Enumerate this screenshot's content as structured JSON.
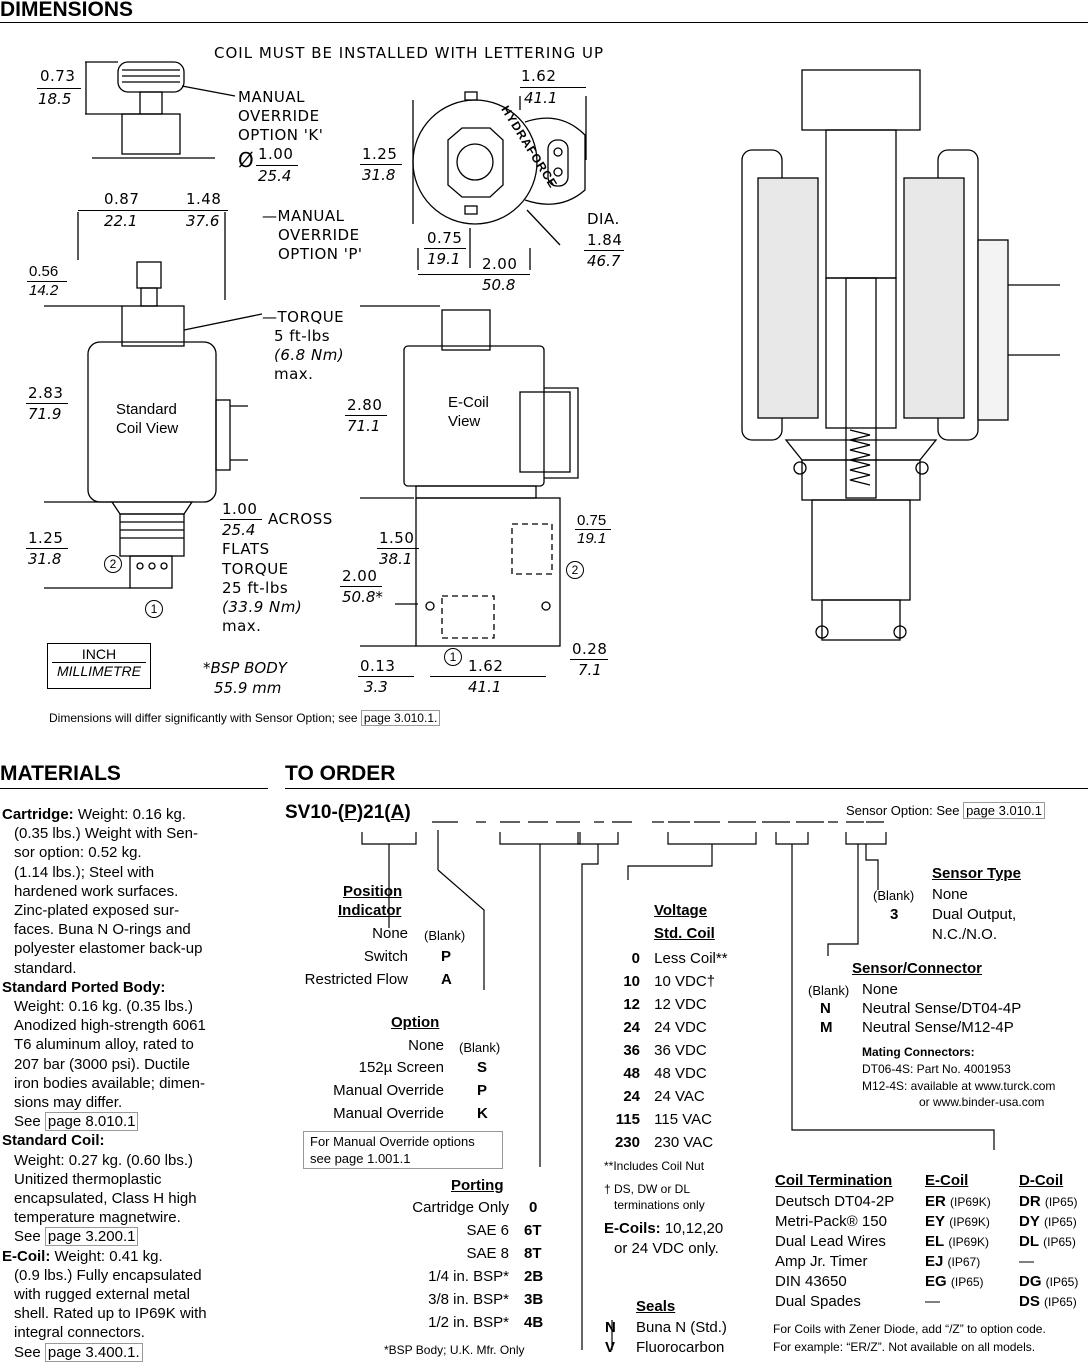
{
  "header": {
    "title": "DIMENSIONS"
  },
  "dimensions": {
    "coil_note": "COIL MUST BE INSTALLED WITH LETTERING UP",
    "d_073": "0.73",
    "d_185": "18.5",
    "manual_k": [
      "MANUAL",
      "OVERRIDE",
      "OPTION 'K'"
    ],
    "dia_sym": "Ø",
    "d_100a": "1.00",
    "d_254a": "25.4",
    "d_162a": "1.62",
    "d_411a": "41.1",
    "d_125a": "1.25",
    "d_318a": "31.8",
    "brand": "HYDRAFORCE",
    "dia_label": "DIA.",
    "d_184": "1.84",
    "d_467": "46.7",
    "d_075a": "0.75",
    "d_191a": "19.1",
    "d_200a": "2.00",
    "d_508a": "50.8",
    "d_087": "0.87",
    "d_221": "22.1",
    "d_148": "1.48",
    "d_376": "37.6",
    "manual_p": [
      "MANUAL",
      "OVERRIDE",
      "OPTION 'P'"
    ],
    "d_056": "0.56",
    "d_142": "14.2",
    "torque1": [
      "TORQUE",
      "5 ft-lbs",
      "(6.8 Nm)",
      "max."
    ],
    "d_283": "2.83",
    "d_719": "71.9",
    "standard_view": [
      "Standard",
      "Coil View"
    ],
    "d_280": "2.80",
    "d_711": "71.1",
    "ecoil_view": [
      "E-Coil",
      "View"
    ],
    "d_100b": "1.00",
    "d_254b": "25.4",
    "across": "ACROSS",
    "flats": "FLATS",
    "torque2": [
      "TORQUE",
      "25 ft-lbs",
      "(33.9 Nm)",
      "max."
    ],
    "d_125b": "1.25",
    "d_318b": "31.8",
    "d_150": "1.50",
    "d_381": "38.1",
    "d_075b": "0.75",
    "d_191b": "19.1",
    "d_200b": "2.00",
    "d_508b": "50.8*",
    "d_028": "0.28",
    "d_71": "7.1",
    "d_013": "0.13",
    "d_33": "3.3",
    "d_162b": "1.62",
    "d_411b": "41.1",
    "port1": "1",
    "port2": "2",
    "inch": "INCH",
    "millimetre": "MILLIMETRE",
    "bsp_body": "*BSP BODY",
    "bsp_mm": "55.9 mm",
    "footnote_pre": "Dimensions will differ significantly with Sensor Option; see ",
    "footnote_link": "page 3.010.1."
  },
  "materials": {
    "title": "MATERIALS",
    "cartridge_h": "Cartridge:",
    "cartridge": [
      "Weight: 0.16 kg.",
      "(0.35 lbs.) Weight with Sen-",
      "sor option: 0.52 kg.",
      "(1.14 lbs.); Steel with",
      "hardened work surfaces.",
      "Zinc-plated exposed sur-",
      "faces. Buna N O-rings and",
      "polyester elastomer back-up",
      "standard."
    ],
    "body_h": "Standard Ported Body:",
    "body": [
      "Weight: 0.16 kg. (0.35 lbs.)",
      "Anodized high-strength 6061",
      "T6 aluminum alloy, rated to",
      "207 bar (3000 psi). Ductile",
      "iron bodies available; dimen-",
      "sions may differ."
    ],
    "body_see": "See",
    "body_link": "page 8.010.1",
    "coil_h": "Standard Coil:",
    "coil": [
      "Weight: 0.27 kg. (0.60 lbs.)",
      "Unitized thermoplastic",
      "encapsulated, Class H high",
      "temperature magnetwire."
    ],
    "coil_see": "See",
    "coil_link": "page 3.200.1",
    "ecoil_h": "E-Coil:",
    "ecoil_first": "Weight: 0.41 kg.",
    "ecoil": [
      "(0.9 lbs.) Fully encapsulated",
      "with rugged external metal",
      "shell. Rated up to IP69K with",
      "integral connectors."
    ],
    "ecoil_see": "See",
    "ecoil_link": "page 3.400.1."
  },
  "order": {
    "title": "TO ORDER",
    "model_a": "SV10-(",
    "model_p": "P",
    "model_b": ")21(",
    "model_c": "A",
    "model_d": ")",
    "sensor_option_pre": "Sensor Option: See ",
    "sensor_option_link": "page 3.010.1",
    "position": {
      "title1": "Position",
      "title2": "Indicator",
      "rows": [
        {
          "label": "None",
          "code": "(Blank)"
        },
        {
          "label": "Switch",
          "code": "P"
        },
        {
          "label": "Restricted Flow",
          "code": "A"
        }
      ]
    },
    "option": {
      "title": "Option",
      "rows": [
        {
          "label": "None",
          "code": "(Blank)"
        },
        {
          "label": "152µ Screen",
          "code": "S"
        },
        {
          "label": "Manual Override",
          "code": "P"
        },
        {
          "label": "Manual Override",
          "code": "K"
        }
      ],
      "note1": "For Manual Override options",
      "note2": "see page 1.001.1"
    },
    "porting": {
      "title": "Porting",
      "rows": [
        {
          "label": "Cartridge Only",
          "code": "0"
        },
        {
          "label": "SAE 6",
          "code": "6T"
        },
        {
          "label": "SAE 8",
          "code": "8T"
        },
        {
          "label": "1/4 in. BSP*",
          "code": "2B"
        },
        {
          "label": "3/8 in. BSP*",
          "code": "3B"
        },
        {
          "label": "1/2 in. BSP*",
          "code": "4B"
        }
      ],
      "note": "*BSP Body; U.K. Mfr. Only"
    },
    "voltage": {
      "title1": "Voltage",
      "title2": "Std. Coil",
      "rows": [
        {
          "code": "0",
          "label": "Less Coil**"
        },
        {
          "code": "10",
          "label": "10 VDC†"
        },
        {
          "code": "12",
          "label": "12 VDC"
        },
        {
          "code": "24",
          "label": "24 VDC"
        },
        {
          "code": "36",
          "label": "36 VDC"
        },
        {
          "code": "48",
          "label": "48 VDC"
        },
        {
          "code": "24",
          "label": "24 VAC"
        },
        {
          "code": "115",
          "label": "115 VAC"
        },
        {
          "code": "230",
          "label": "230 VAC"
        }
      ],
      "note1": "**Includes Coil Nut",
      "note2a": "† DS, DW or DL",
      "note2b": "terminations only",
      "ecoils_h": "E-Coils:",
      "ecoils_1": "10,12,20",
      "ecoils_2": "or 24 VDC only."
    },
    "seals": {
      "title": "Seals",
      "rows": [
        {
          "code": "N",
          "label": "Buna N (Std.)"
        },
        {
          "code": "V",
          "label": "Fluorocarbon"
        }
      ]
    },
    "sensor_type": {
      "title": "Sensor Type",
      "rows": [
        {
          "code": "(Blank)",
          "label": "None"
        },
        {
          "code": "3",
          "label": "Dual Output,"
        }
      ],
      "cont": "N.C./N.O."
    },
    "sensor_conn": {
      "title": "Sensor/Connector",
      "rows": [
        {
          "code": "(Blank)",
          "label": "None"
        },
        {
          "code": "N",
          "label": "Neutral Sense/DT04-4P"
        },
        {
          "code": "M",
          "label": "Neutral Sense/M12-4P"
        }
      ],
      "mating_h": "Mating Connectors:",
      "mating_1": "DT06-4S: Part No. 4001953",
      "mating_2": "M12-4S: available at www.turck.com",
      "mating_3": "or www.binder-usa.com"
    },
    "coil_term": {
      "title": "Coil Termination",
      "ecoil_h": "E-Coil",
      "dcoil_h": "D-Coil",
      "rows": [
        {
          "label": "Deutsch DT04-2P",
          "e": "ER",
          "ep": "(IP69K)",
          "d": "DR",
          "dp": "(IP65)"
        },
        {
          "label": "Metri-Pack® 150",
          "e": "EY",
          "ep": "(IP69K)",
          "d": "DY",
          "dp": "(IP65)"
        },
        {
          "label": "Dual Lead Wires",
          "e": "EL",
          "ep": "(IP69K)",
          "d": "DL",
          "dp": "(IP65)"
        },
        {
          "label": "Amp Jr. Timer",
          "e": "EJ",
          "ep": "(IP67)",
          "d": "—",
          "dp": ""
        },
        {
          "label": "DIN 43650",
          "e": "EG",
          "ep": "(IP65)",
          "d": "DG",
          "dp": "(IP65)"
        },
        {
          "label": "Dual Spades",
          "e": "—",
          "ep": "",
          "d": "DS",
          "dp": "(IP65)"
        }
      ],
      "zener_1": "For Coils with Zener Diode, add “/Z” to option code.",
      "zener_2": "For example: “ER/Z”. Not available on all models."
    }
  }
}
